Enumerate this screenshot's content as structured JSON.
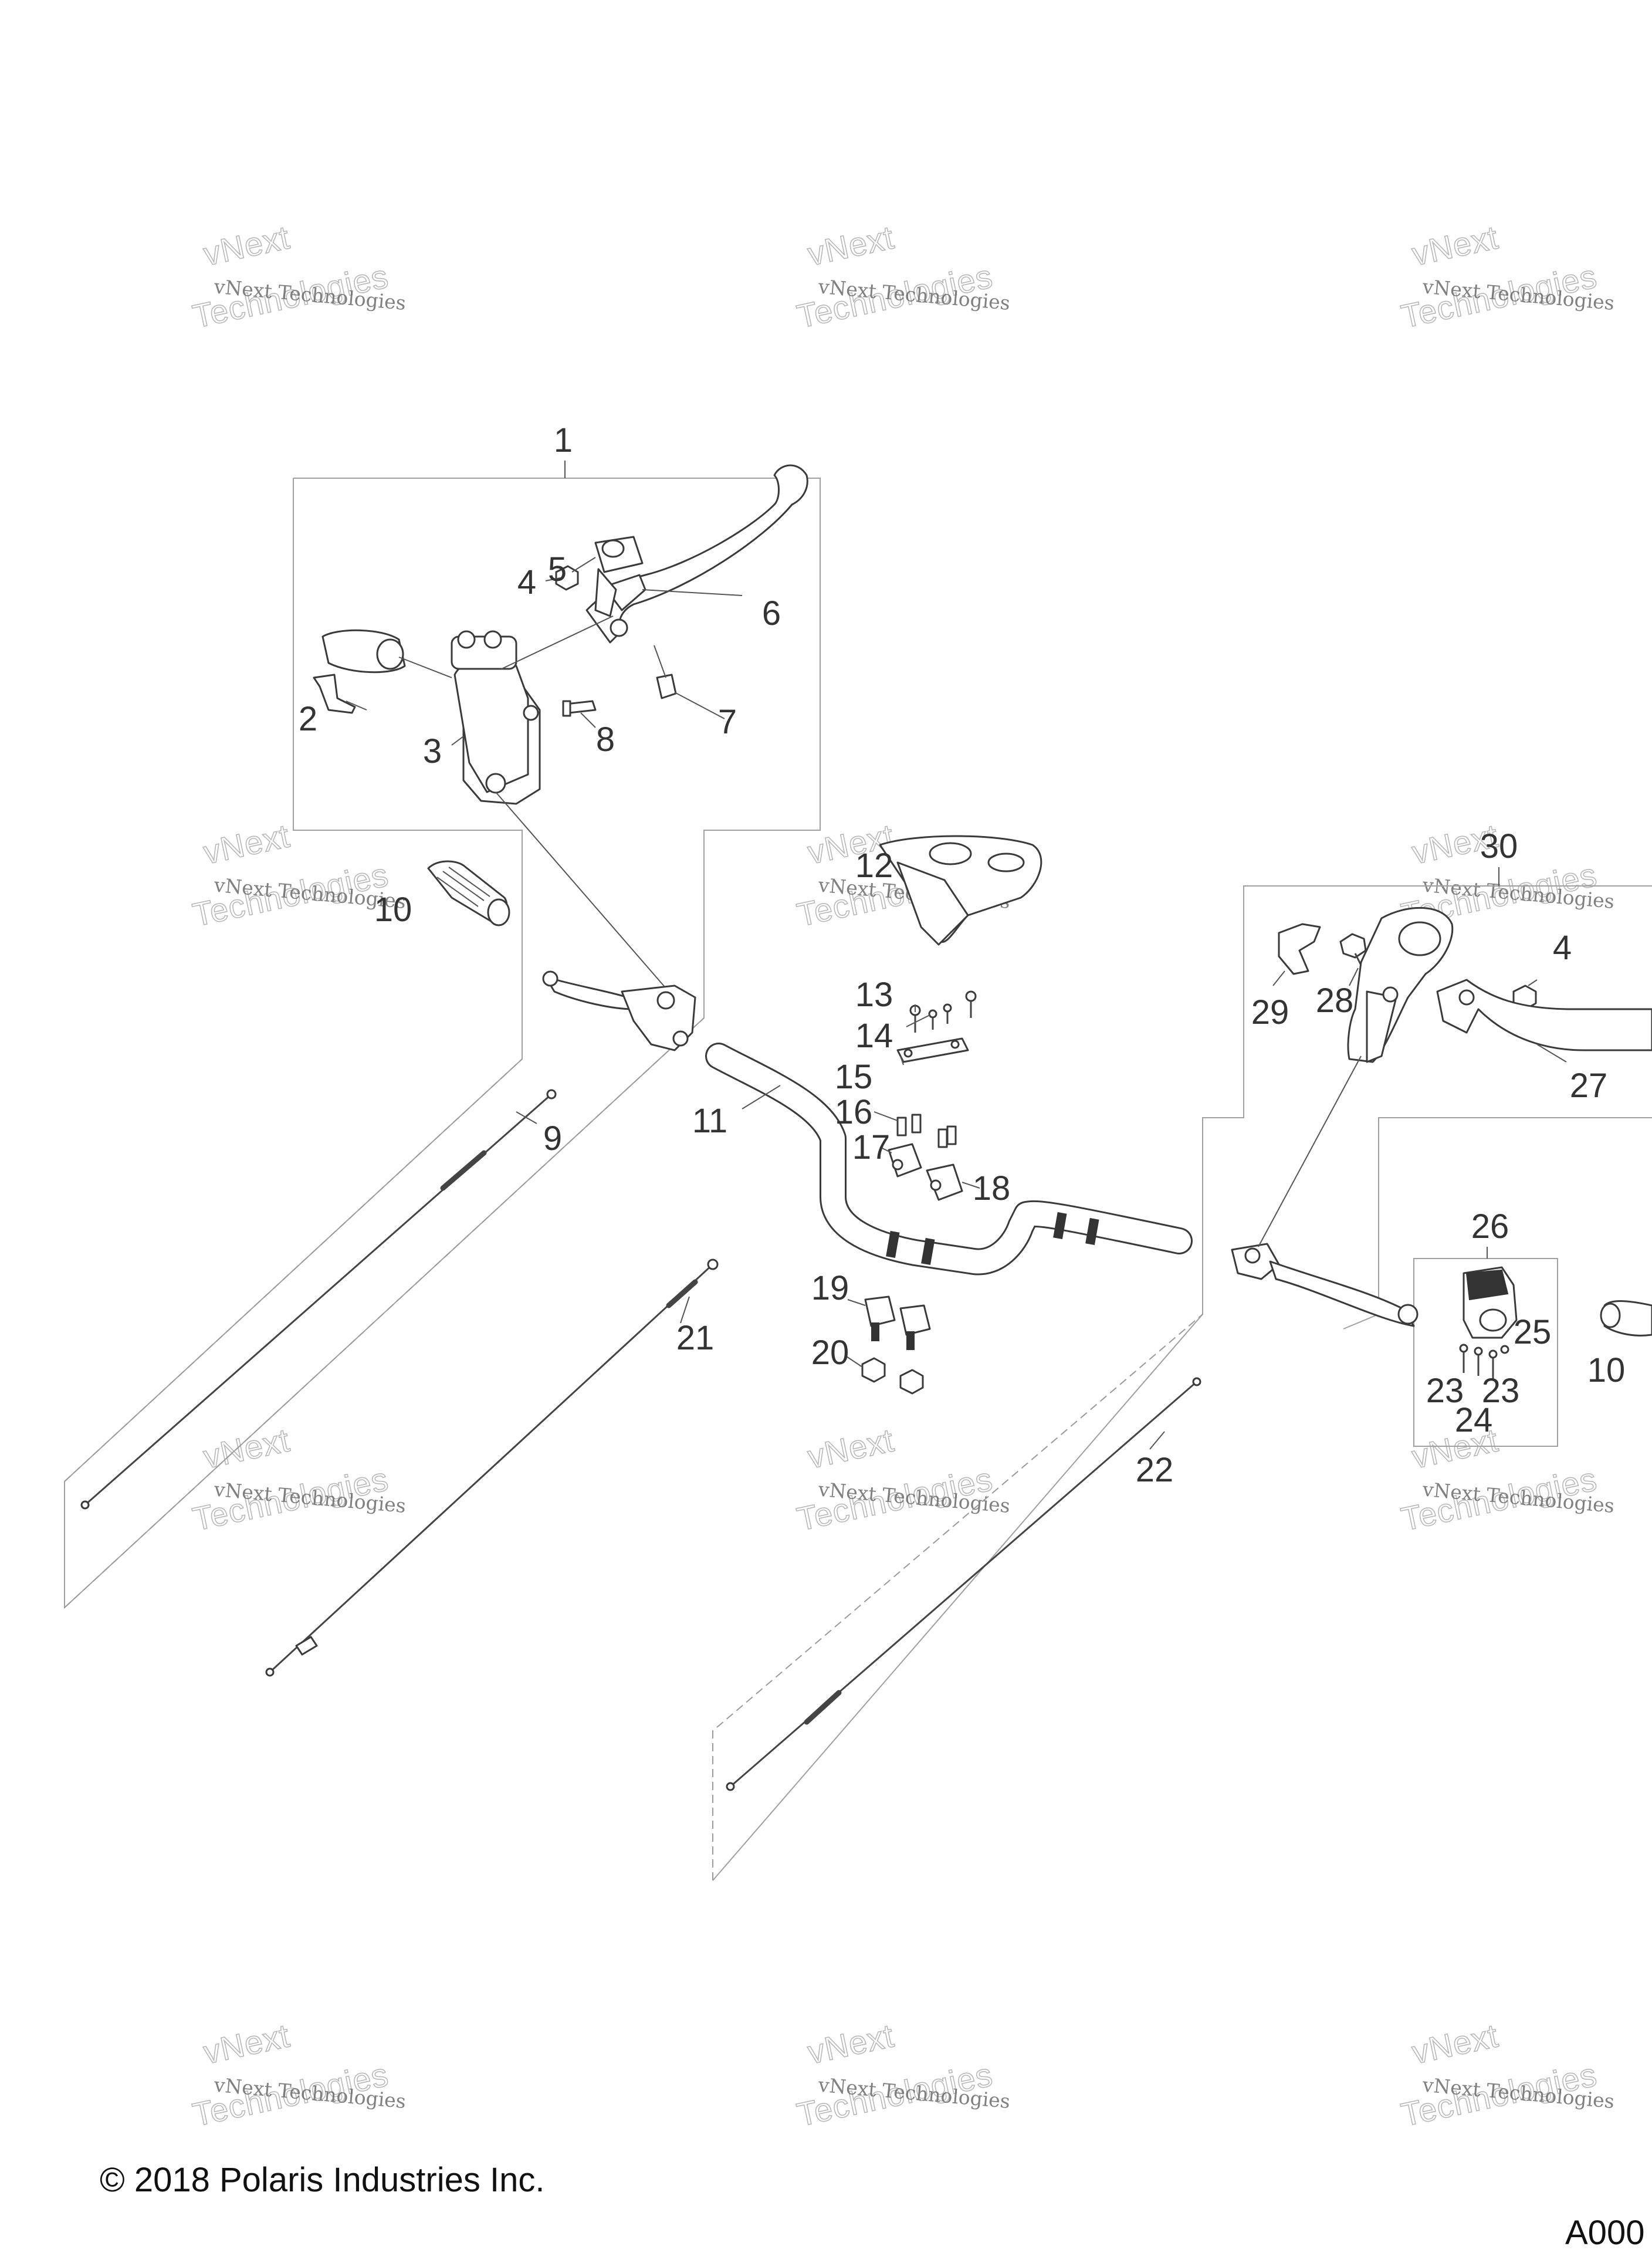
{
  "copyright": "© 2018 Polaris Industries Inc.",
  "figure_code": "A000",
  "watermark": {
    "line1": "vNext Technologies",
    "line2": "Technologies",
    "line3": "vNext"
  },
  "callouts": {
    "c1": "1",
    "c2": "2",
    "c3": "3",
    "c4a": "4",
    "c4b": "4",
    "c5": "5",
    "c6": "6",
    "c7": "7",
    "c8": "8",
    "c9": "9",
    "c10a": "10",
    "c10b": "10",
    "c11": "11",
    "c12": "12",
    "c13": "13",
    "c14": "14",
    "c15": "15",
    "c16": "16",
    "c17": "17",
    "c18": "18",
    "c19": "19",
    "c20": "20",
    "c21": "21",
    "c22": "22",
    "c23a": "23",
    "c23b": "23",
    "c24": "24",
    "c25": "25",
    "c26": "26",
    "c27": "27",
    "c28": "28",
    "c29": "29",
    "c30": "30"
  }
}
